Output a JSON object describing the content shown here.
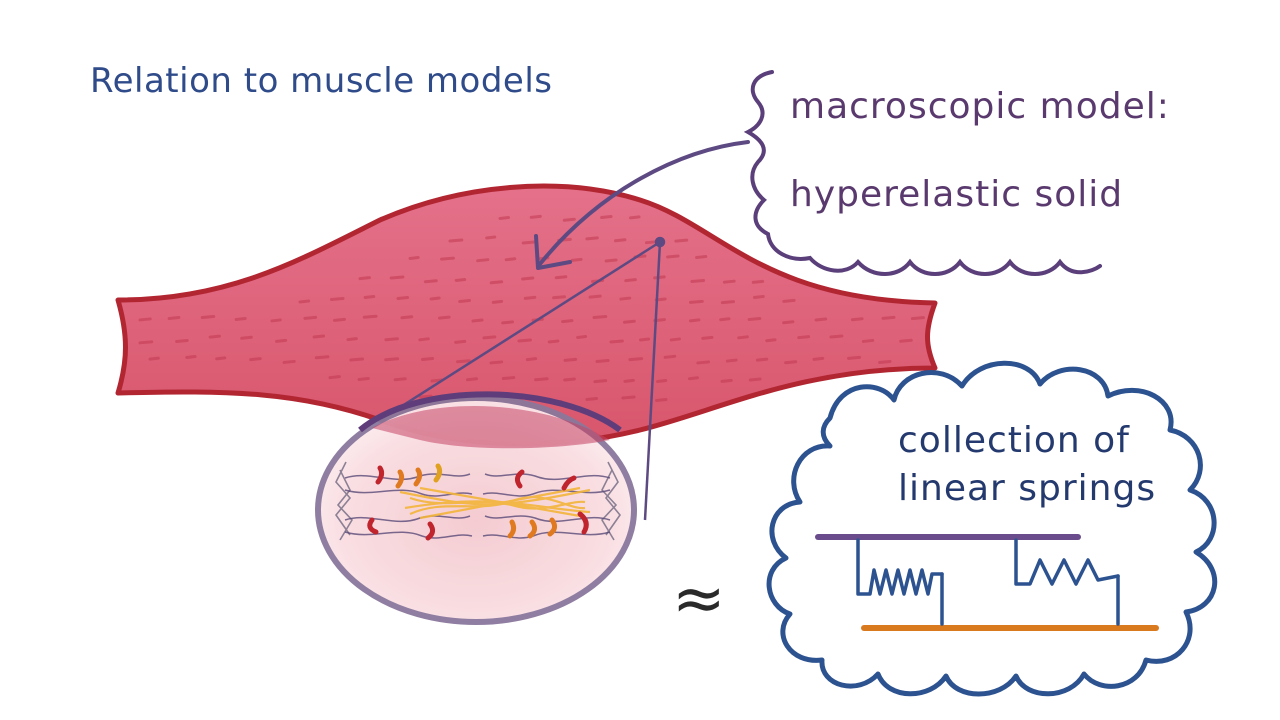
{
  "title": "Relation to muscle models",
  "macro_callout": {
    "line1": "macroscopic model:",
    "line2": "hyperelastic solid"
  },
  "micro_callout": {
    "line1": "collection of",
    "line2": "linear springs"
  },
  "approx_symbol": "≈",
  "colors": {
    "title": "#2f4b8a",
    "macro_text": "#5a3a6e",
    "muscle_fill": "#d9566e",
    "muscle_outline": "#b02030",
    "cloud_outline": "#2c5290",
    "zoom_lens": "#7a6a9a",
    "top_bar": "#6a4c8c",
    "bottom_bar": "#d97a1e",
    "spring": "#2c5290"
  },
  "icons": {
    "arrow": "curved-arrow",
    "zoom": "magnifier-lens"
  }
}
